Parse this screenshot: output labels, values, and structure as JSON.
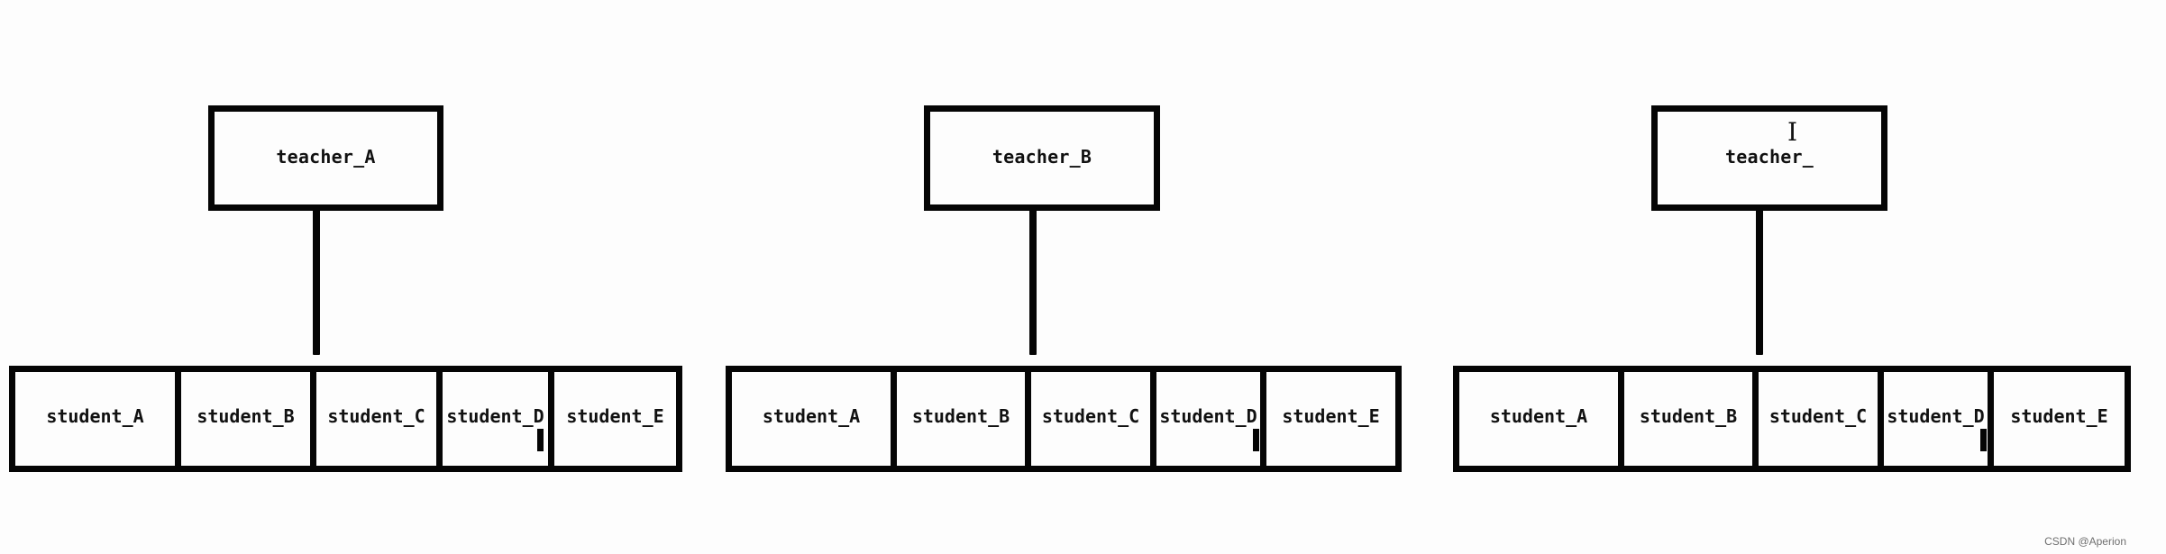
{
  "groups": [
    {
      "teacher": "teacher_A",
      "students": [
        "student_A",
        "student_B",
        "student_C",
        "student_D",
        "student_E"
      ]
    },
    {
      "teacher": "teacher_B",
      "students": [
        "student_A",
        "student_B",
        "student_C",
        "student_D",
        "student_E"
      ]
    },
    {
      "teacher": "teacher_",
      "students": [
        "student_A",
        "student_B",
        "student_C",
        "student_D",
        "student_E"
      ]
    }
  ],
  "cursor": {
    "glyph": "I"
  },
  "watermark": "CSDN @Aperion",
  "colors": {
    "background": "#fdfdfd",
    "line": "#050505",
    "text": "#111111",
    "watermark": "#6f6f6f"
  }
}
